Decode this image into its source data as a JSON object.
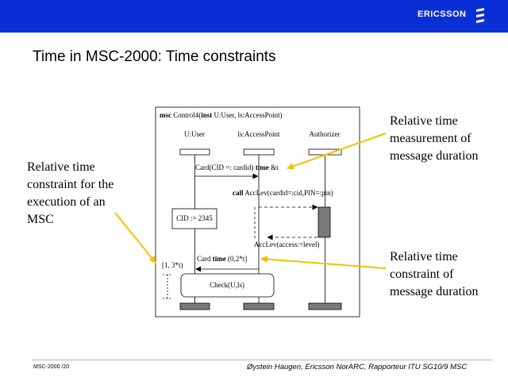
{
  "header": {
    "brand": "ERICSSON",
    "brand_icon": "ericsson-logo-icon",
    "bar_color": "#0b2fd6"
  },
  "slide": {
    "title": "Time in MSC-2000: Time constraints"
  },
  "callouts": {
    "left": "Relative time constraint for the execution of an MSC",
    "top_right": "Relative time measurement of message duration",
    "bottom_right": "Relative time constraint of message duration",
    "arrow_color": "#f2c200"
  },
  "msc": {
    "heading_kw": "msc",
    "heading_name": "Control4(",
    "heading_inst": "inst",
    "heading_rest": "U:User, ls:AccessPoint)",
    "instances": [
      "U:User",
      "ls:AccessPoint",
      "Authorizer"
    ],
    "card_msg": "Card(CID =: cardid)",
    "card_time_kw": "time",
    "card_time_var": "&t",
    "call_kw": "call",
    "call_msg": "AccLev(cardid=:cid,PIN=:pin)",
    "action": "CID := 2345",
    "reply_msg": "AccLev(access:=level)",
    "card2_prefix": "Card",
    "card2_time_kw": "time",
    "card2_interval": "(0,2*t]",
    "msc_interval": "[1, 3*t)",
    "reference": "Check(U,ls)"
  },
  "footer": {
    "left": "MSC-2000 /20",
    "right": "Øystein Haugen, Ericsson NorARC, Rapporteur ITU SG10/9 MSC"
  }
}
